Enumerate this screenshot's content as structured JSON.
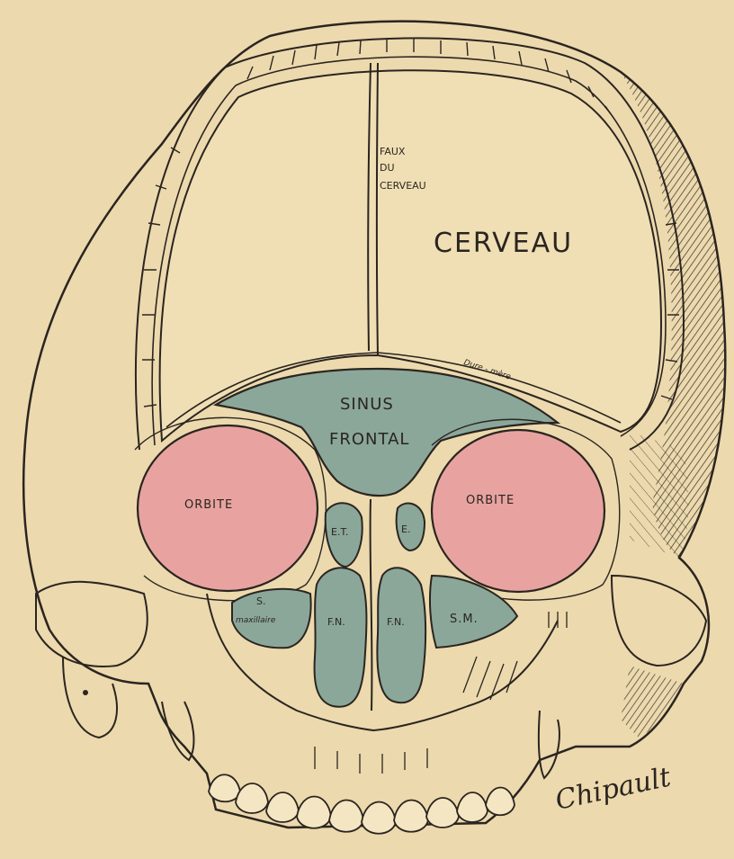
{
  "labels": {
    "faux_1": "FAUX",
    "faux_2": "DU",
    "faux_3": "CERVEAU",
    "cerveau": "CERVEAU",
    "dure_mere": "Dure - mère",
    "sinus_1": "SINUS",
    "sinus_2": "FRONTAL",
    "orbite_left": "ORBITE",
    "orbite_right": "ORBITE",
    "et_left": "E.T.",
    "et_right": "E.",
    "sinus_max_1": "S.",
    "sinus_max_2": "maxillaire",
    "fn_left": "F.N.",
    "fn_right": "F.N.",
    "sm_right": "S.M."
  },
  "signature": "Chipault",
  "colors": {
    "paper": "#ecd9ad",
    "brain": "#f0dfb4",
    "sinus": "#8aa79a",
    "orbit": "#e8a3a0",
    "ink": "#2b2520"
  }
}
